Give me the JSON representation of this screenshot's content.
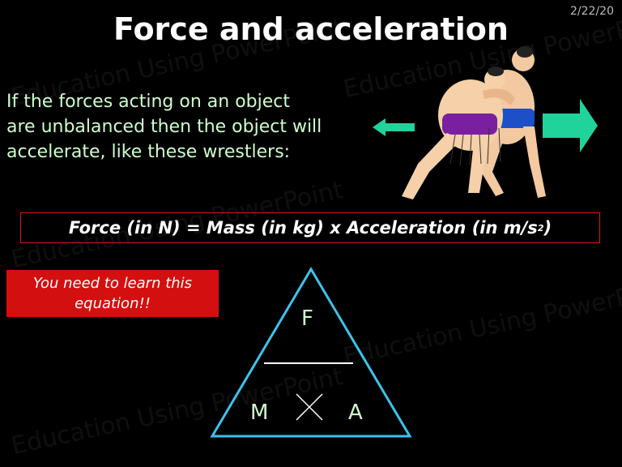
{
  "slide": {
    "date": "2/22/20",
    "title": "Force and acceleration",
    "intro_lines": [
      "If the forces acting on an object",
      "are unbalanced then the object will",
      "accelerate, like these wrestlers:"
    ],
    "equation_main": "Force (in N) = Mass (in kg) x Acceleration (in m/s",
    "equation_superscript": "2",
    "equation_close": ")",
    "learn_note_lines": [
      "You need to learn this",
      "equation!!"
    ],
    "triangle": {
      "top": "F",
      "bottom_left": "M",
      "bottom_right": "A"
    },
    "watermark_text": "Education Using PowerPoint"
  },
  "colors": {
    "background": "#000000",
    "intro_text": "#ccffcc",
    "arrow": "#1fd39a",
    "triangle_outline": "#3cc3ec",
    "learn_box": "#d40f0f",
    "equation_border": "#e01818"
  },
  "icons": {
    "left_arrow": "arrow-left-icon",
    "right_arrow": "arrow-right-icon",
    "wrestlers": "sumo-wrestlers-illustration"
  }
}
